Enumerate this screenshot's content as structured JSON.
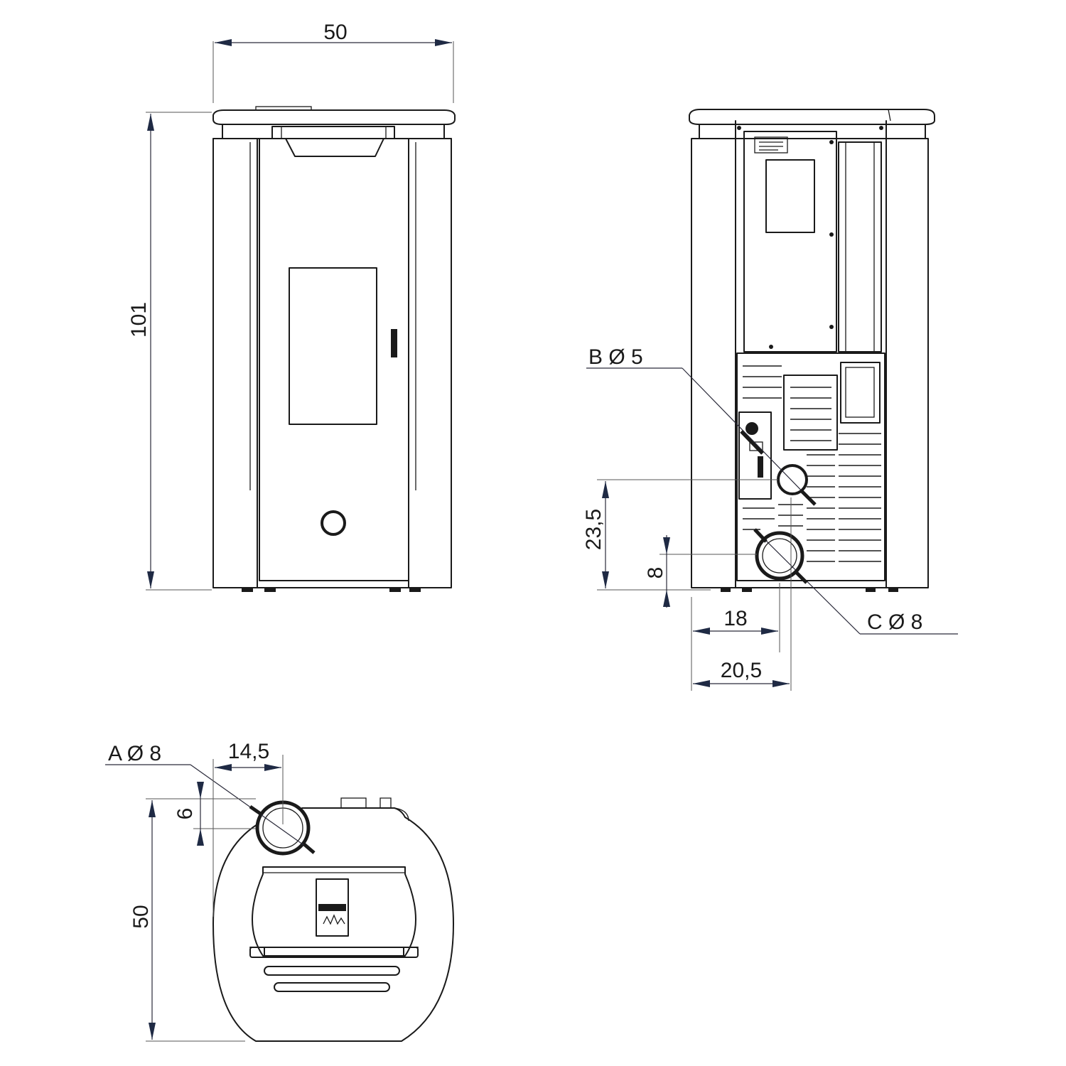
{
  "front_view": {
    "width_label": "50",
    "height_label": "101"
  },
  "rear_view": {
    "callout_b": "B Ø 5",
    "callout_c": "C Ø 8",
    "dim_height_b": "23,5",
    "dim_height_c": "8",
    "dim_offset_b": "18",
    "dim_offset_c": "20,5"
  },
  "top_view": {
    "callout_a": "A Ø 8",
    "dim_offset_a": "14,5",
    "dim_depth_a": "6",
    "depth_label": "50"
  }
}
